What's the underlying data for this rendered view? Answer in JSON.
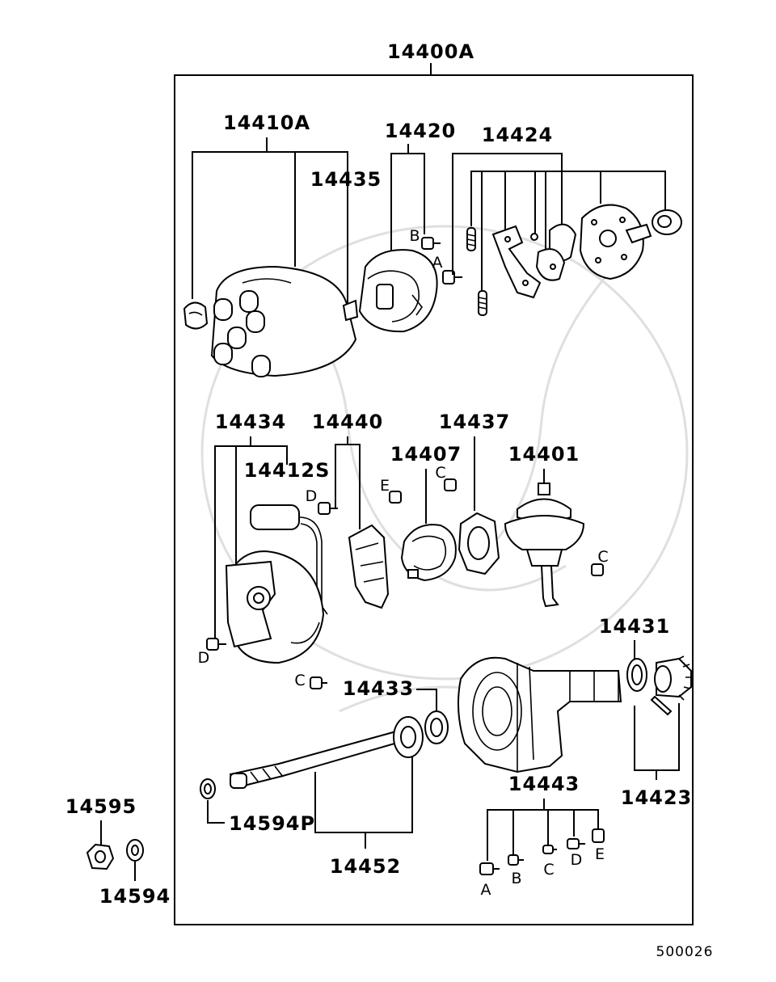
{
  "assembly_label": "14400A",
  "figure_number": "500026",
  "labels": {
    "p14410A": "14410A",
    "p14420": "14420",
    "p14424": "14424",
    "p14435": "14435",
    "p14434": "14434",
    "p14440": "14440",
    "p14437": "14437",
    "p14412S": "14412S",
    "p14407": "14407",
    "p14401": "14401",
    "p14431": "14431",
    "p14433": "14433",
    "p14443": "14443",
    "p14423": "14423",
    "p14595": "14595",
    "p14594P": "14594P",
    "p14452": "14452",
    "p14594": "14594"
  },
  "fasteners": {
    "a": "A",
    "b": "B",
    "c": "C",
    "d": "D",
    "e": "E"
  }
}
